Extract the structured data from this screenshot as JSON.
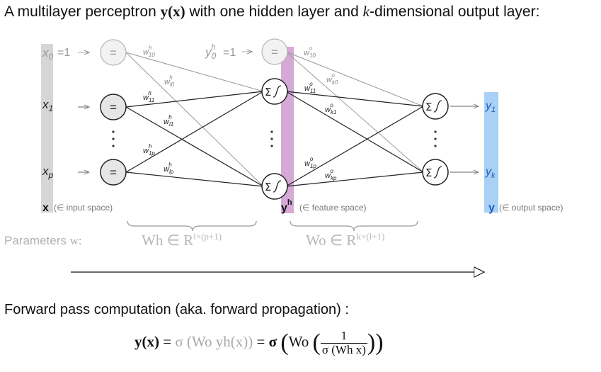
{
  "title": {
    "prefix": "A multilayer perceptron ",
    "function": "y(x)",
    "middle": " with one hidden layer and ",
    "k": "k",
    "suffix": "-dimensional output layer:"
  },
  "inputs": {
    "x0": "x0",
    "x0_eq": "=1",
    "x1": "x1",
    "xp": "xp",
    "vector": "x",
    "space": "(∈ input space)"
  },
  "hidden": {
    "y0": "y0h",
    "y0_eq": "=1",
    "vector": "y",
    "vector_sup": "h",
    "space": "(∈ feature space)"
  },
  "outputs": {
    "y1": "y1",
    "yk": "yk",
    "vector": "y",
    "space": "(∈ output space)"
  },
  "weights_hidden": [
    "w10h",
    "wl0h",
    "w11h",
    "wl1h",
    "w1ph",
    "wlph"
  ],
  "weights_output": [
    "w10o",
    "wk0o",
    "w11o",
    "wk1o",
    "w1po",
    "wkpo"
  ],
  "params": {
    "label": "Parameters ",
    "symbol": "w:",
    "wh": "Wh ∈ R",
    "wh_exp": "l×(p+1)",
    "wo": "Wo ∈ R",
    "wo_exp": "k×(l+1)"
  },
  "forward": {
    "heading": "Forward pass computation (aka. forward propagation) :",
    "lhs": "y(x)",
    "eq1": " = ",
    "middle": "σ (Wo yh(x))",
    "eq2": " = ",
    "sigma": "σ",
    "wo": "Wo",
    "num": "1",
    "den": "σ (Wh x)"
  },
  "colors": {
    "input_bar": "#d6d6d6",
    "hidden_bar": "#d6a9d6",
    "output_bar": "#a9d0f5",
    "bias_gray": "#9a9a9a"
  }
}
